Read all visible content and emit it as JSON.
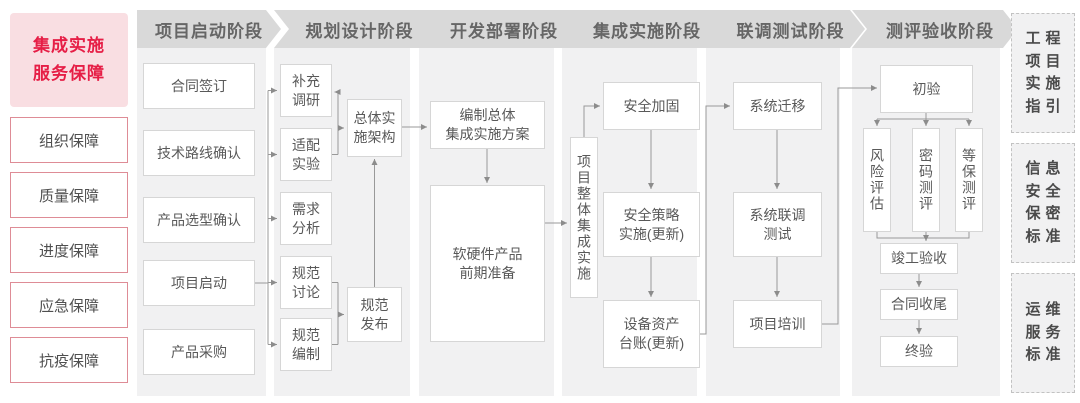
{
  "left_sidebar": {
    "title": "集成实施\n服务保障",
    "items": [
      "组织保障",
      "质量保障",
      "进度保障",
      "应急保障",
      "抗疫保障"
    ]
  },
  "stages": [
    {
      "label": "项目启动阶段",
      "boxes": [
        "合同签订",
        "技术路线确认",
        "产品选型确认",
        "项目启动",
        "产品采购"
      ]
    },
    {
      "label": "规划设计阶段",
      "boxes": [
        "补充\n调研",
        "适配\n实验",
        "需求\n分析",
        "规范\n讨论",
        "规范\n编制",
        "总体实\n施架构",
        "规范\n发布"
      ]
    },
    {
      "label": "开发部署阶段",
      "boxes": [
        "编制总体\n集成实施方案",
        "软硬件产品\n前期准备"
      ]
    },
    {
      "label": "集成实施阶段",
      "boxes": [
        "项目整体集成实施",
        "安全加固",
        "安全策略\n实施(更新)",
        "设备资产\n台账(更新)"
      ]
    },
    {
      "label": "联调测试阶段",
      "boxes": [
        "系统迁移",
        "系统联调\n测试",
        "项目培训"
      ]
    },
    {
      "label": "测评验收阶段",
      "boxes": [
        "初验",
        "风险评估",
        "密码测评",
        "等保测评",
        "竣工验收",
        "合同收尾",
        "终验"
      ]
    }
  ],
  "right_sidebar": {
    "items": [
      "工程\n项目\n实施\n指引",
      "信息\n安全\n保密\n标准",
      "运维\n服务\n标准"
    ]
  },
  "colors": {
    "accent_red": "#e61e46",
    "accent_red_bg": "#f9dee2",
    "accent_red_border": "#de8c96",
    "header_bg": "#d9d9d9",
    "column_bg": "#f1f1f2",
    "box_border": "#d6d6d6",
    "line": "#909090",
    "text": "#595959"
  }
}
